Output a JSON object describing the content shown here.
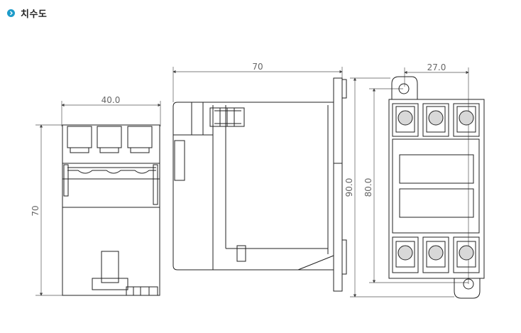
{
  "header": {
    "title": "치수도",
    "icon": "chevron-right-icon",
    "accent_color": "#1d9bc9"
  },
  "dimensions": {
    "front_width": "40.0",
    "front_height": "70",
    "side_depth": "70",
    "side_height": "90.0",
    "mount_spacing": "27.0",
    "mount_height": "80.0"
  }
}
